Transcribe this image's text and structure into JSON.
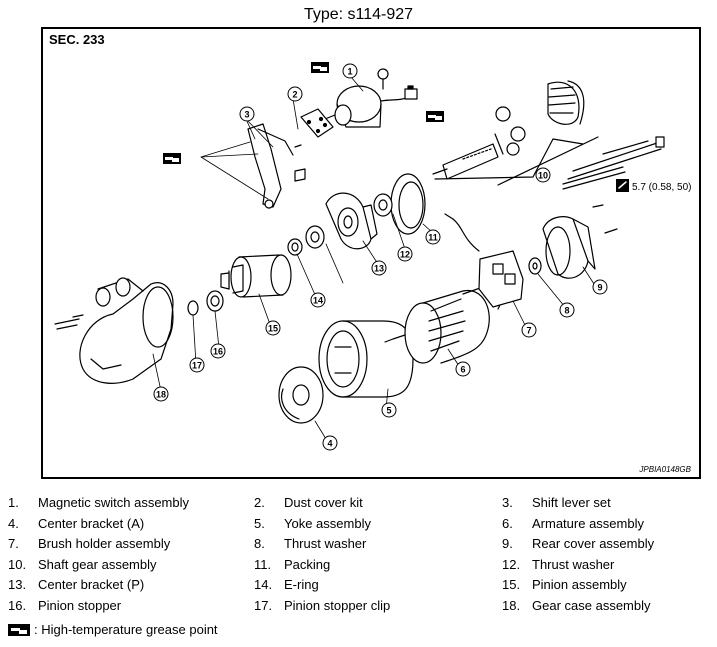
{
  "title": "Type: s114-927",
  "section": "SEC. 233",
  "image_code": "JPBIA0148GB",
  "torque_spec": "5.7 (0.58, 50)",
  "callout_numbers": [
    "1",
    "2",
    "3",
    "4",
    "5",
    "6",
    "7",
    "8",
    "9",
    "10",
    "11",
    "12",
    "13",
    "14",
    "15",
    "16",
    "17",
    "18"
  ],
  "parts": [
    {
      "num": "1.",
      "name": "Magnetic switch assembly"
    },
    {
      "num": "2.",
      "name": "Dust cover kit"
    },
    {
      "num": "3.",
      "name": "Shift lever set"
    },
    {
      "num": "4.",
      "name": "Center bracket (A)"
    },
    {
      "num": "5.",
      "name": "Yoke assembly"
    },
    {
      "num": "6.",
      "name": "Armature assembly"
    },
    {
      "num": "7.",
      "name": "Brush holder assembly"
    },
    {
      "num": "8.",
      "name": "Thrust washer"
    },
    {
      "num": "9.",
      "name": "Rear cover assembly"
    },
    {
      "num": "10.",
      "name": "Shaft gear assembly"
    },
    {
      "num": "11.",
      "name": "Packing"
    },
    {
      "num": "12.",
      "name": "Thrust washer"
    },
    {
      "num": "13.",
      "name": "Center bracket (P)"
    },
    {
      "num": "14.",
      "name": "E-ring"
    },
    {
      "num": "15.",
      "name": "Pinion assembly"
    },
    {
      "num": "16.",
      "name": "Pinion stopper"
    },
    {
      "num": "17.",
      "name": "Pinion stopper clip"
    },
    {
      "num": "18.",
      "name": "Gear case assembly"
    }
  ],
  "grease_note": ": High-temperature grease point",
  "icons": {
    "grease": "grease-point-icon",
    "torque": "torque-wrench-icon"
  }
}
